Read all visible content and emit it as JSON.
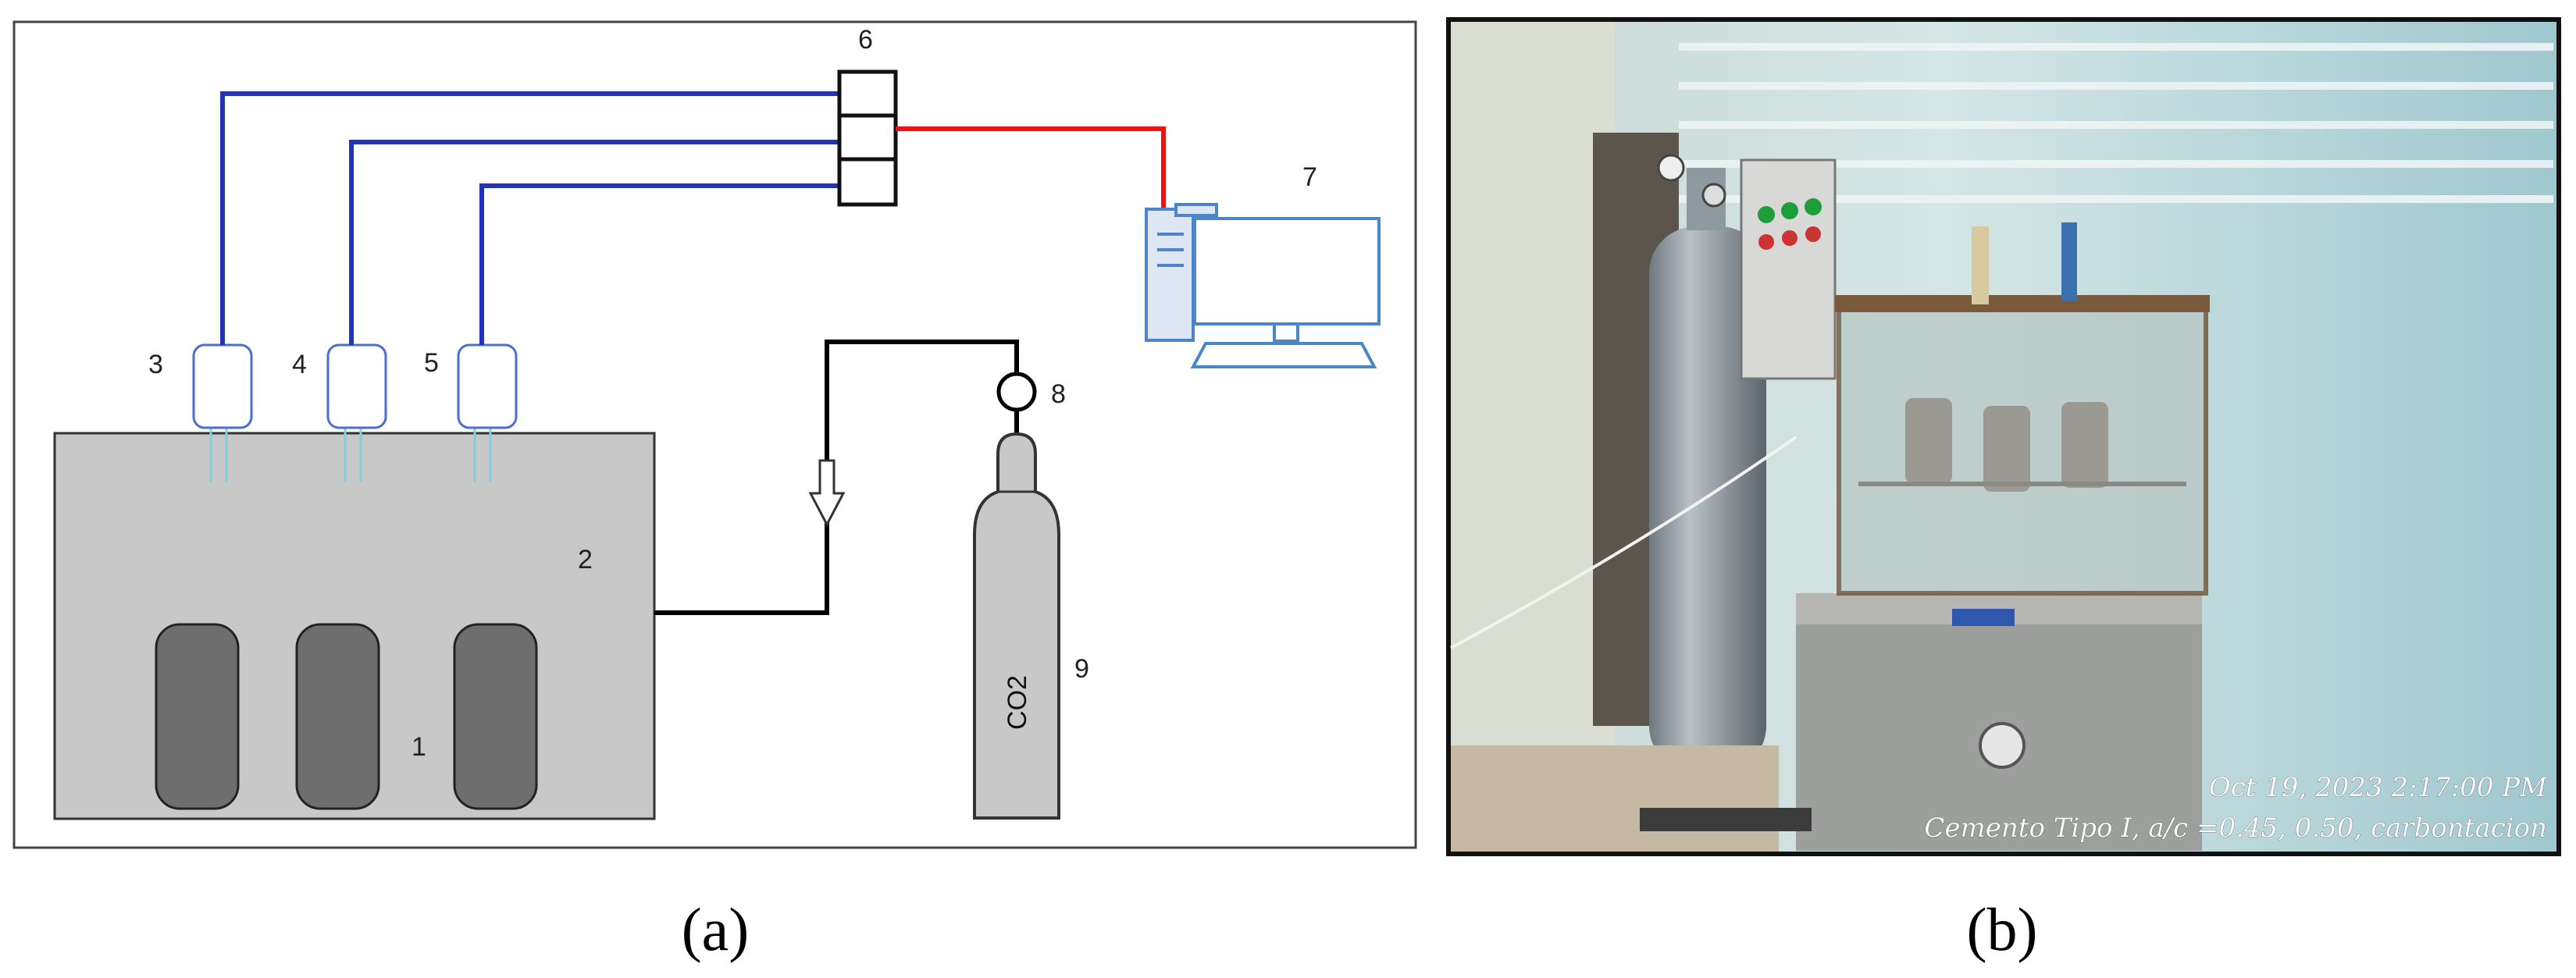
{
  "panel_a": {
    "caption": "(a)",
    "labels": {
      "n1": "1",
      "n2": "2",
      "n3": "3",
      "n4": "4",
      "n5": "5",
      "n6": "6",
      "n7": "7",
      "n8": "8",
      "n9": "9"
    },
    "cylinder_text": "CO2",
    "colors": {
      "sensor_wire": "#2233bb",
      "data_wire": "#ee1111",
      "gas_line": "#000000",
      "chamber": "#c8c8c8",
      "specimen": "#6e6e6e",
      "computer": "#4a86c8"
    }
  },
  "panel_b": {
    "caption": "(b)",
    "timestamp": "Oct 19, 2023 2:17:00 PM",
    "description": "Cemento Tipo I, a/c =0.45, 0.50, carbontacion"
  }
}
